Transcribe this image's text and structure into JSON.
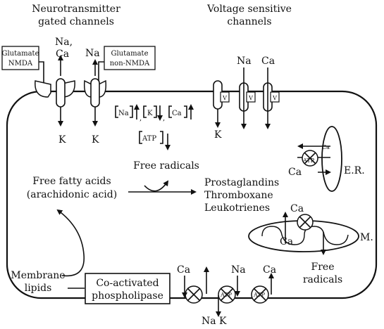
{
  "header": {
    "neurotransmitter_line1": "Neurotransmitter",
    "neurotransmitter_line2": "gated channels",
    "voltage_line1": "Voltage sensitive",
    "voltage_line2": "channels"
  },
  "receptors": {
    "nmda_line1": "Glutamate",
    "nmda_line2": "NMDA",
    "nonnmda_line1": "Glutamate",
    "nonnmda_line2": "non-NMDA"
  },
  "ions": {
    "na": "Na",
    "ca": "Ca",
    "k": "K",
    "na_comma": "Na,"
  },
  "channel_marker": "V",
  "changes": {
    "na": "Na",
    "k": "K",
    "ca": "Ca",
    "atp": "ATP"
  },
  "cell": {
    "free_fatty_acids_line1": "Free fatty acids",
    "free_fatty_acids_line2": "(arachidonic acid)",
    "free_radicals": "Free radicals",
    "prostaglandins": "Prostaglandins",
    "thromboxane": "Thromboxane",
    "leukotrienes": "Leukotrienes",
    "er_label": "E.R.",
    "atp": "ATP",
    "mito_label": "M.",
    "free_radicals_bottom_line1": "Free",
    "free_radicals_bottom_line2": "radicals",
    "membrane_lipids_line1": "Membrane",
    "membrane_lipids_line2": "lipids",
    "phospholipase_line1": "Co-activated",
    "phospholipase_line2": "phospholipase"
  },
  "bottom_ions": {
    "na_k": "Na K"
  }
}
